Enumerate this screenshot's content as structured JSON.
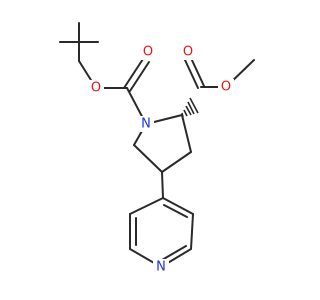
{
  "molecule": {
    "atoms": {
      "o_ester_boc": {
        "text": "O",
        "color": "#e8170f"
      },
      "o_carbonyl_boc": {
        "text": "O",
        "color": "#e8170f"
      },
      "o_carbonyl_methyl": {
        "text": "O",
        "color": "#e8170f"
      },
      "o_ester_methyl": {
        "text": "O",
        "color": "#e8170f"
      },
      "n_pyrrolidine": {
        "text": "N",
        "color": "#1d35e0"
      },
      "n_pyridine": {
        "text": "N",
        "color": "#1d35e0"
      }
    },
    "bond_color": "#2a2a2a"
  }
}
